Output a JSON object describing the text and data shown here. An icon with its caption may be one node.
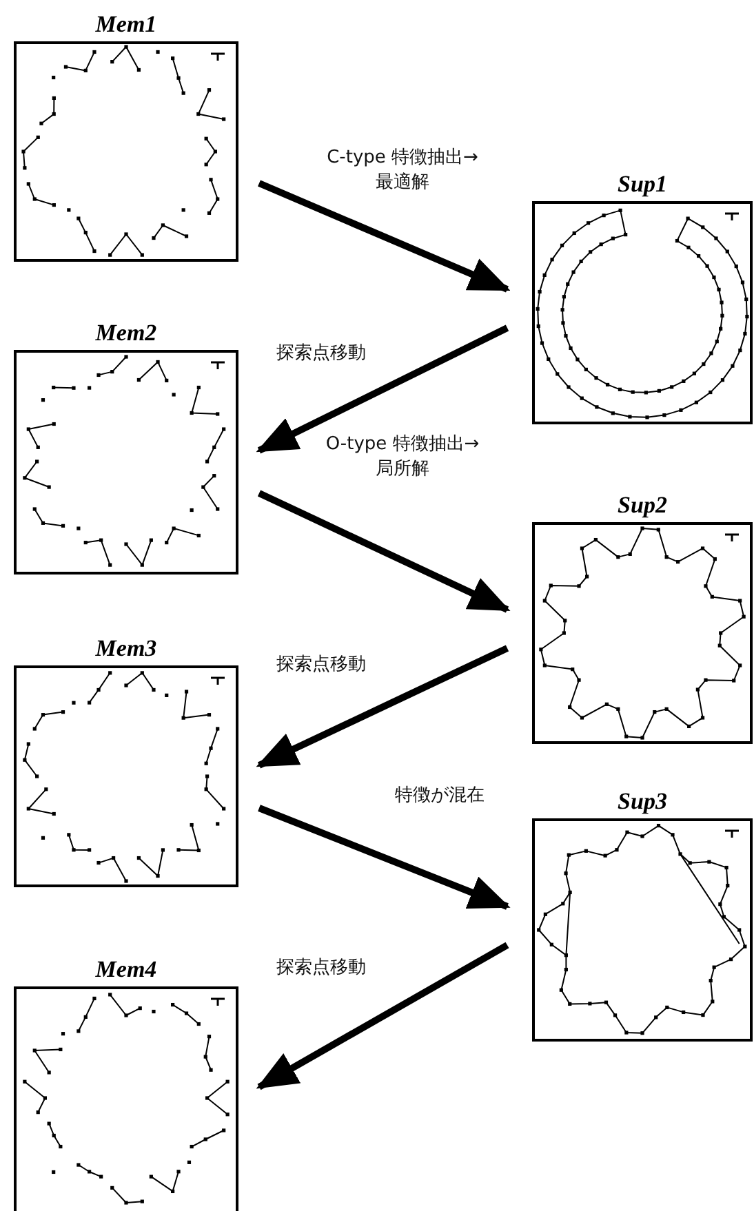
{
  "diagram": {
    "nodes": [
      {
        "text": [
          "Mem1"
        ]
      },
      {
        "text": [
          "Sup1"
        ]
      },
      {
        "text": [
          "Mem2"
        ]
      },
      {
        "text": [
          "Sup2"
        ]
      },
      {
        "text": [
          "Mem3"
        ]
      },
      {
        "text": [
          "Sup3"
        ]
      },
      {
        "text": [
          "Mem4"
        ]
      }
    ],
    "edges": [
      {
        "from": 0,
        "to": 1,
        "arrow": "to",
        "label": "C-type 特徴抽出→最適解"
      },
      {
        "from": 1,
        "to": 2,
        "arrow": "to",
        "label": "探索点移動"
      },
      {
        "from": 2,
        "to": 3,
        "arrow": "to",
        "label": "O-type 特徴抽出→局所解"
      },
      {
        "from": 3,
        "to": 4,
        "arrow": "to",
        "label": "探索点移動"
      },
      {
        "from": 4,
        "to": 5,
        "arrow": "to",
        "label": "特徴が混在"
      },
      {
        "from": 5,
        "to": 6,
        "arrow": "to",
        "label": "探索点移動"
      }
    ]
  }
}
